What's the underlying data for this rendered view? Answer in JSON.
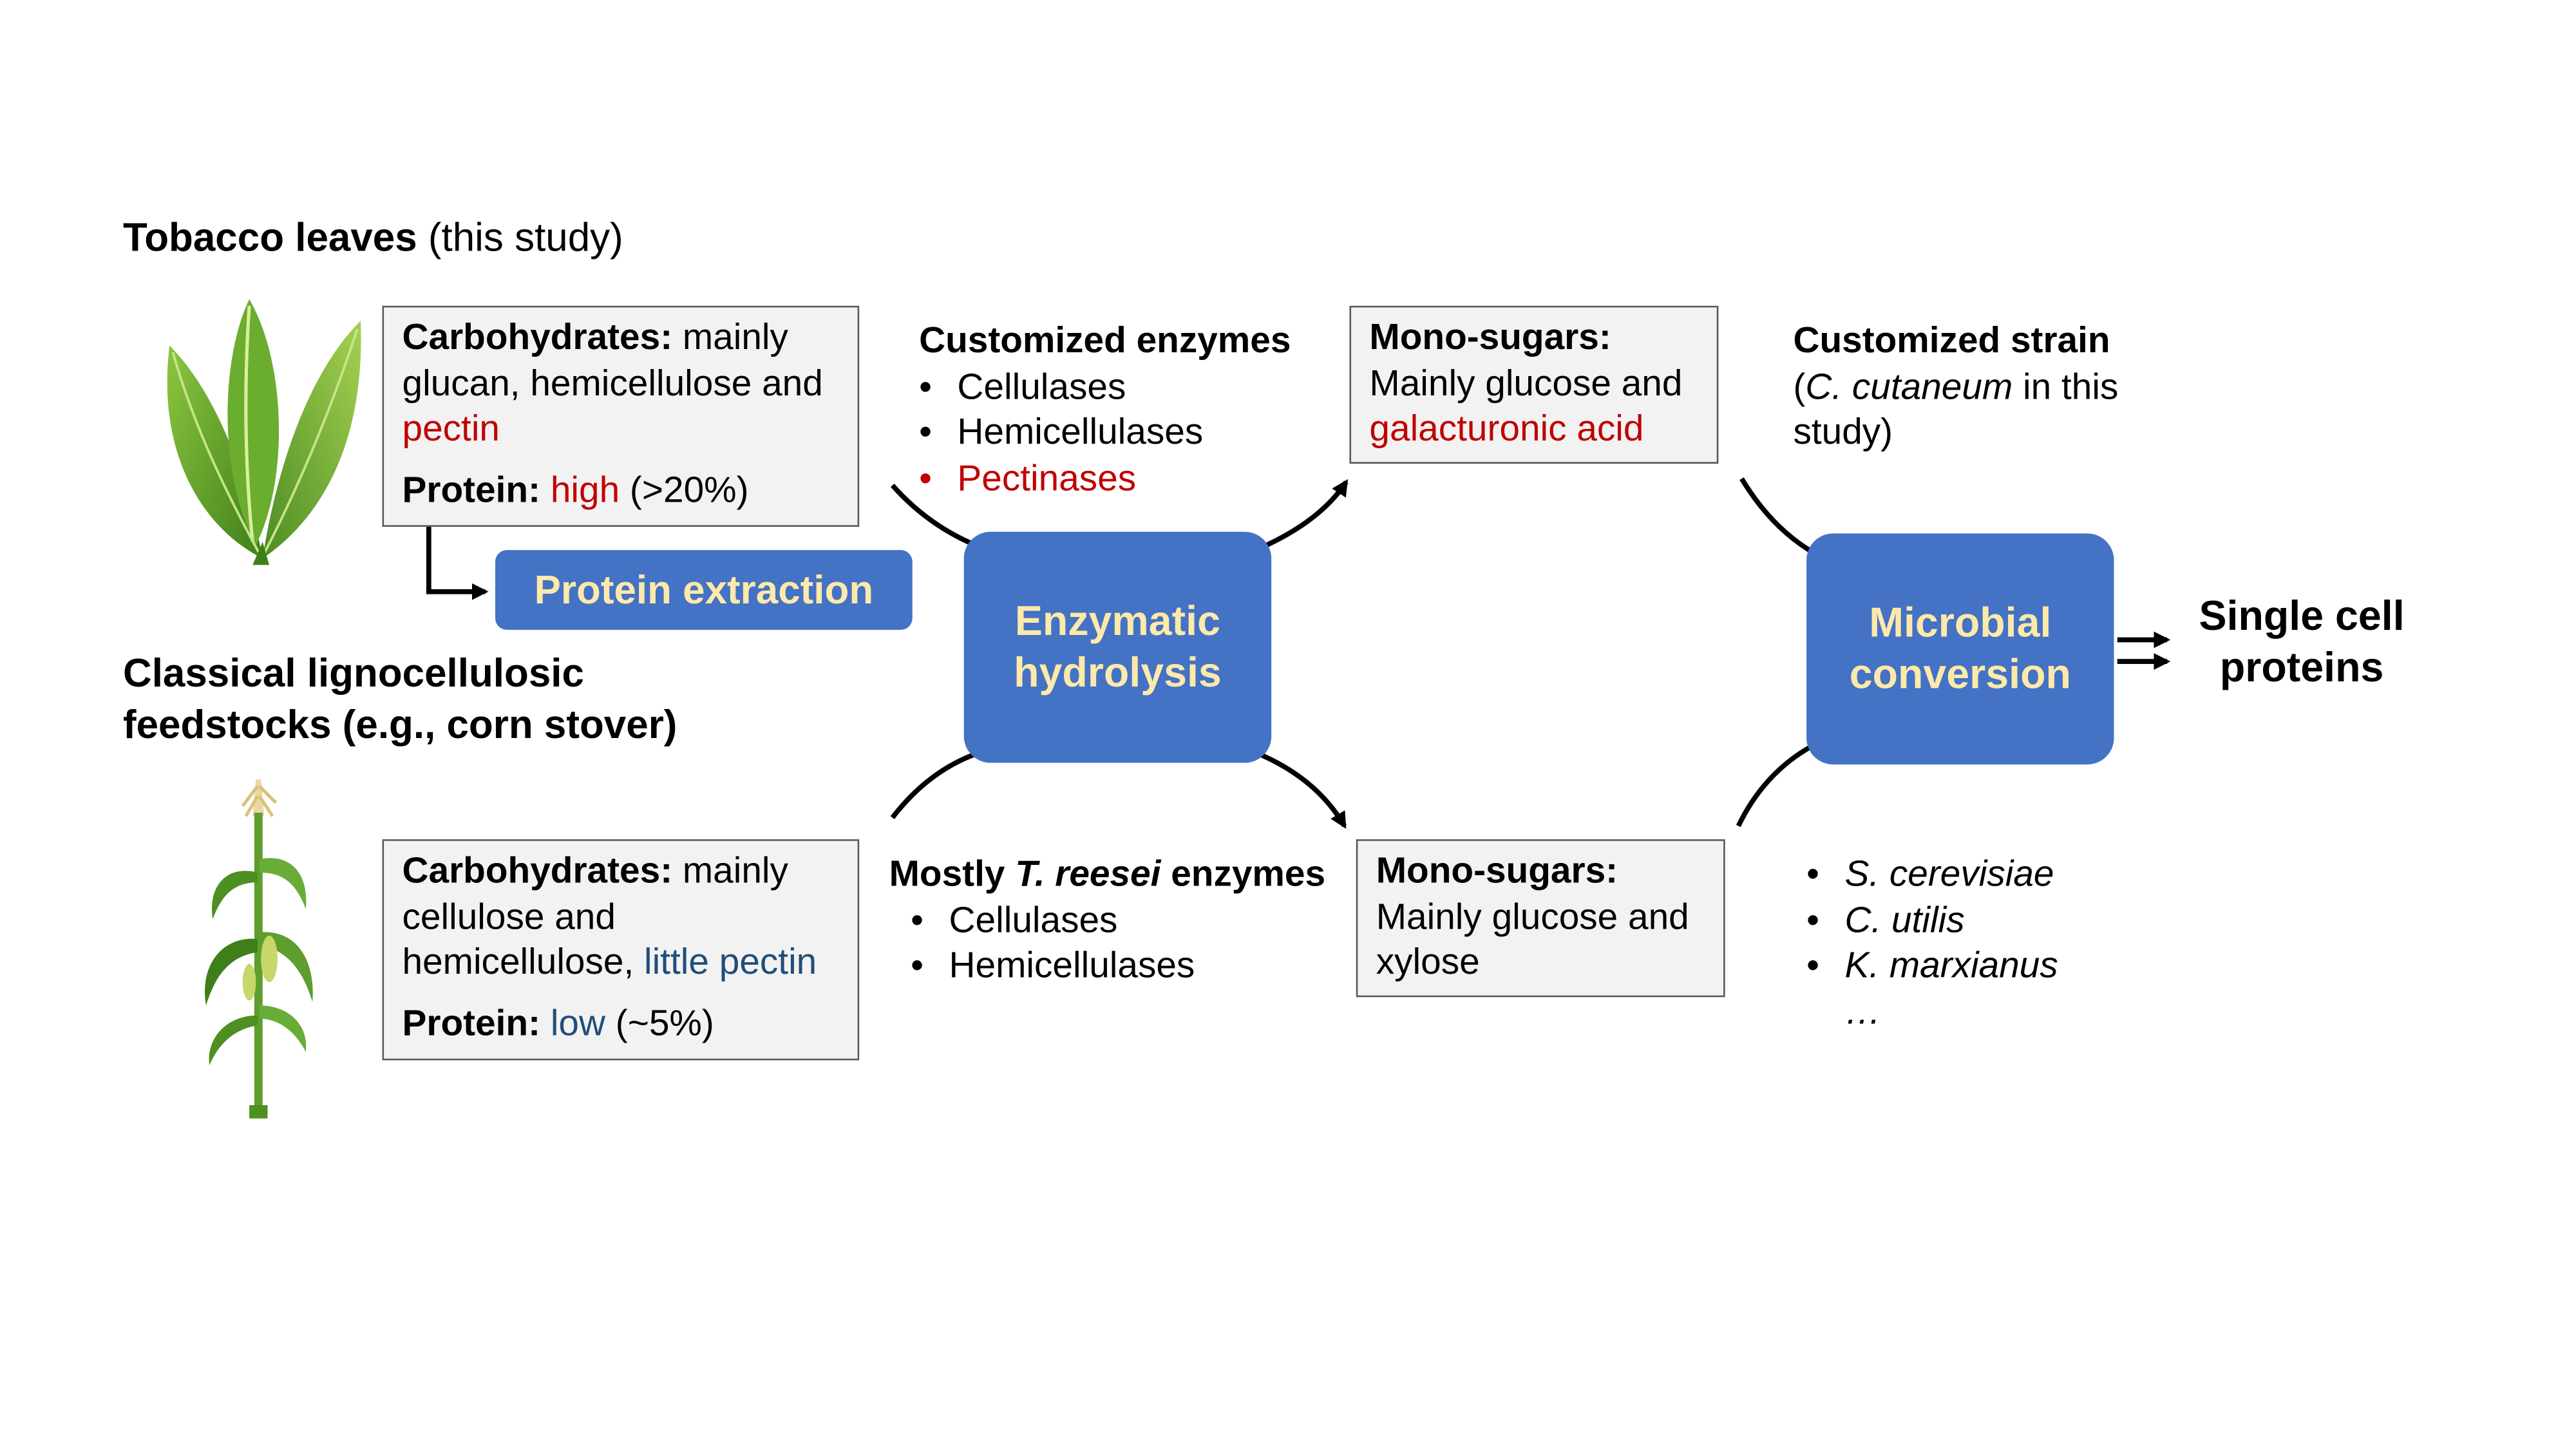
{
  "titles": {
    "tobacco_bold": "Tobacco leaves",
    "tobacco_rest": " (this study)",
    "classical_line1": "Classical lignocellulosic",
    "classical_line2": "feedstocks (e.g., corn stover)"
  },
  "tobacco_box": {
    "carb_label": "Carbohydrates:",
    "carb_text1": " mainly",
    "carb_text2": "glucan, hemicellulose and",
    "carb_highlight": "pectin",
    "protein_label": "Protein:",
    "protein_highlight": "high",
    "protein_rest": " (>20%)"
  },
  "corn_box": {
    "carb_label": "Carbohydrates:",
    "carb_text1": " mainly",
    "carb_text2": "cellulose and",
    "carb_text3": "hemicellulose, ",
    "carb_highlight": "little pectin",
    "protein_label": "Protein:",
    "protein_highlight": "low",
    "protein_rest": " (~5%)"
  },
  "protein_extraction": "Protein extraction",
  "enzymatic_hydrolysis": {
    "line1": "Enzymatic",
    "line2": "hydrolysis"
  },
  "microbial_conversion": {
    "line1": "Microbial",
    "line2": "conversion"
  },
  "single_cell": {
    "line1": "Single cell",
    "line2": "proteins"
  },
  "customized_enzymes": {
    "title": "Customized enzymes",
    "items": [
      "Cellulases",
      "Hemicellulases",
      "Pectinases"
    ]
  },
  "mostly_enzymes": {
    "title_pre": "Mostly ",
    "title_italic": "T. reesei",
    "title_post": " enzymes",
    "items": [
      "Cellulases",
      "Hemicellulases"
    ]
  },
  "mono_top": {
    "label": "Mono-sugars:",
    "line2": "Mainly glucose and",
    "highlight": "galacturonic acid"
  },
  "mono_bottom": {
    "label": "Mono-sugars:",
    "line2": "Mainly glucose and",
    "line3": "xylose"
  },
  "customized_strain": {
    "title": "Customized strain",
    "open": "(",
    "italic": "C. cutaneum",
    "rest": " in this",
    "line3": "study)"
  },
  "strains": [
    "S. cerevisiae",
    "C. utilis",
    "K. marxianus"
  ],
  "strains_more": "…",
  "bullet": "•",
  "colors": {
    "accent_box": "#4472c4",
    "accent_text": "#fde9a9",
    "highlight_red": "#c00000",
    "highlight_blue": "#1f4e79",
    "gray_box": "#f2f2f2"
  }
}
